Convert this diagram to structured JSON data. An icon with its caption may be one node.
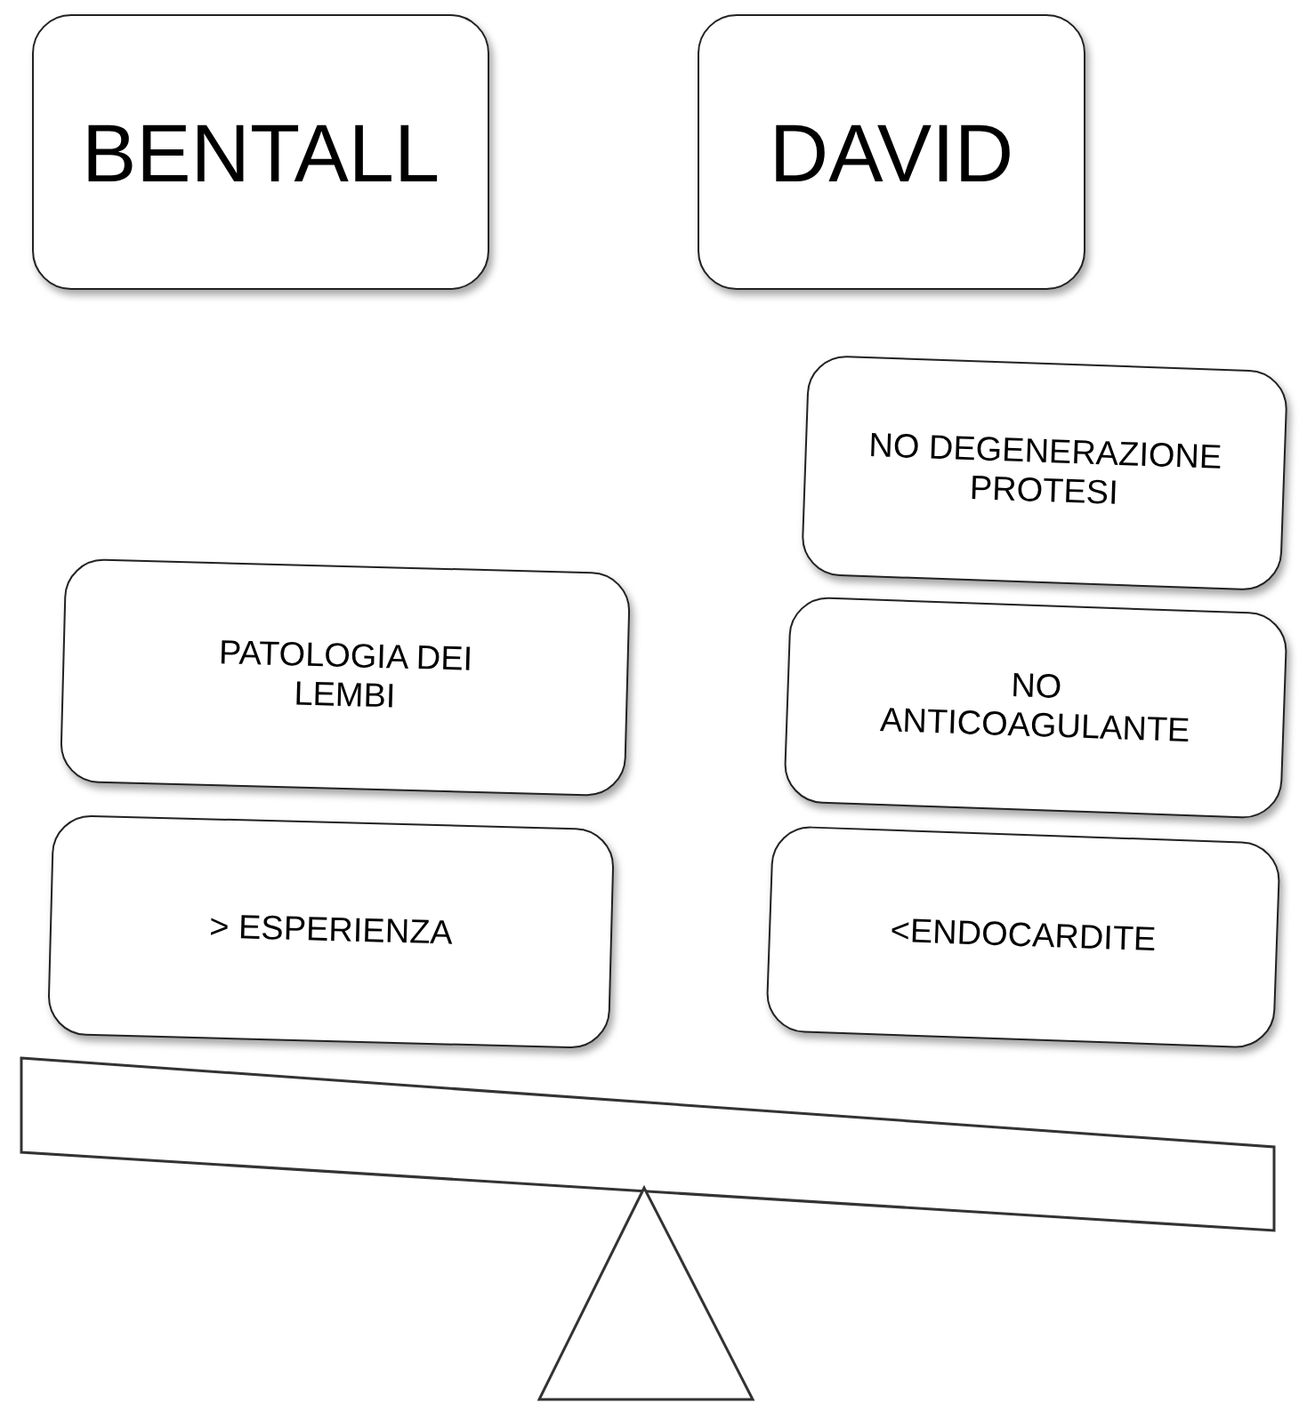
{
  "diagram": {
    "nodes": [
      {
        "text": [
          "BENTALL"
        ]
      },
      {
        "text": [
          "DAVID"
        ]
      },
      {
        "text": [
          "PATOLOGIA DEI LEMBI"
        ]
      },
      {
        "text": [
          "> ESPERIENZA"
        ]
      },
      {
        "text": [
          "NO DEGENERAZIONE PROTESI"
        ]
      },
      {
        "text": [
          "NO ANTICOAGULANTE"
        ]
      },
      {
        "text": [
          "<ENDOCARDITE"
        ]
      }
    ]
  }
}
